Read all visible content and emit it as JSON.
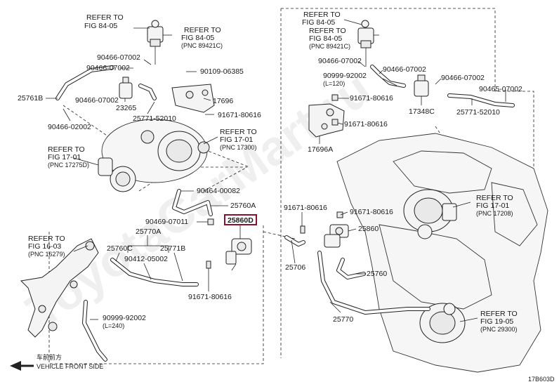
{
  "watermark": "ToyotaCarMart.ru",
  "page_code": "17B603D",
  "direction": {
    "cn": "车前前方",
    "en": "VEHICLE FRONT SIDE"
  },
  "highlight_part": "25860D",
  "refs": {
    "r1": {
      "l1": "REFER TO",
      "l2": "FIG 84-05"
    },
    "r2": {
      "l1": "REFER TO",
      "l2": "FIG 84-05",
      "l3": "(PNC 89421C)"
    },
    "r3": {
      "l1": "REFER TO",
      "l2": "FIG 17-01",
      "l3": "(PNC 17300)"
    },
    "r4": {
      "l1": "REFER TO",
      "l2": "FIG 17-01",
      "l3": "(PNC 17275D)"
    },
    "r5": {
      "l1": "REFER TO",
      "l2": "FIG 16-03",
      "l3": "(PNC 16279)"
    },
    "r6": {
      "l1": "REFER TO",
      "l2": "FIG 84-05"
    },
    "r7": {
      "l1": "REFER TO",
      "l2": "FIG 84-05",
      "l3": "(PNC 89421C)"
    },
    "r8": {
      "l1": "REFER TO",
      "l2": "FIG 17-01",
      "l3": "(PNC 17208)"
    },
    "r9": {
      "l1": "REFER TO",
      "l2": "FIG 19-05",
      "l3": "(PNC 29300)"
    }
  },
  "parts": {
    "p90466_07002_a": "90466-07002",
    "p90109": "90109-06385",
    "p25761b": "25761B",
    "p90466_07002_b": "90466-07002",
    "p23265": "23265",
    "p17696": "17696",
    "p25771_52010_a": "25771-52010",
    "p91671_80616_a": "91671-80616",
    "p90466_02002": "90466-02002",
    "p90464": "90464-00082",
    "p25760a": "25760A",
    "p90469": "90469-07011",
    "p25770a": "25770A",
    "p25760c": "25760C",
    "p25771b": "25771B",
    "p90412": "90412-05002",
    "p91671_80616_b": "91671-80616",
    "p90999_92002_a": "90999-92002",
    "p_l240": "(L=240)",
    "p90466_07002_c": "90466-07002",
    "p90999_92002_b": "90999-92002",
    "p_l120": "(L=120)",
    "p90466_07002_d": "90466-07002",
    "p90466_07002_e": "90466-07002",
    "p90466_07002_f": "90465-07002",
    "p91671_80616_c": "91671-80616",
    "p91671_80616_d": "91671-80616",
    "p17348c": "17348C",
    "p25771_52010_b": "25771-52010",
    "p17696a": "17696A",
    "p91671_80616_e": "91671-80616",
    "p91671_80616_f": "91671-80616",
    "p25860": "25860",
    "p25706": "25706",
    "p25760": "25760",
    "p25770": "25770"
  }
}
